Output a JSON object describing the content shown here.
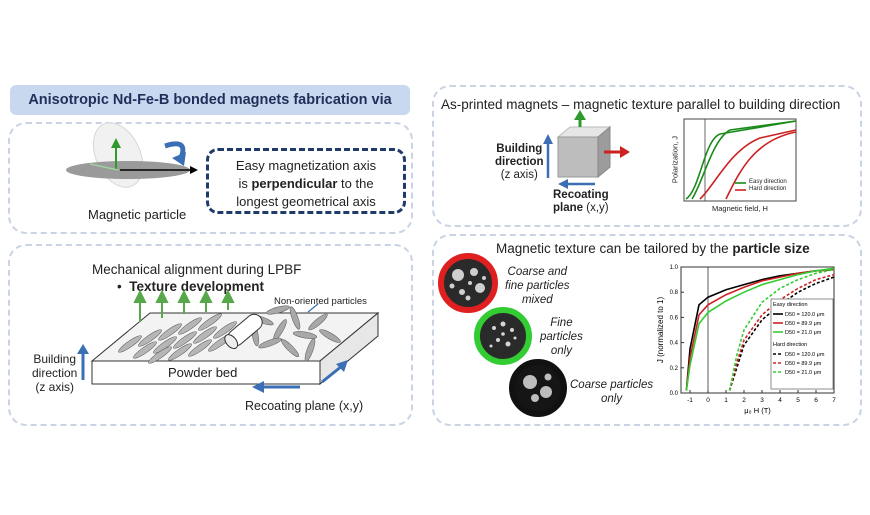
{
  "header": {
    "title": "Anisotropic Nd-Fe-B bonded magnets fabrication via LPBF"
  },
  "particle_panel": {
    "caption": "Magnetic particle",
    "easy_axis_line1": "Easy magnetization axis",
    "easy_axis_line2_pre": "is ",
    "easy_axis_line2_bold": "perpendicular",
    "easy_axis_line2_post": " to the",
    "easy_axis_line3": "longest geometrical axis"
  },
  "alignment_panel": {
    "title": "Mechanical alignment during LPBF",
    "bullet": "•",
    "bullet_text": "Texture development",
    "non_oriented": "Non-oriented particles",
    "powder_bed": "Powder bed",
    "building_dir_1": "Building",
    "building_dir_2": "direction",
    "building_dir_3": "(z axis)",
    "recoating": "Recoating plane (x,y)"
  },
  "printed_panel": {
    "title": "As-printed magnets – magnetic texture parallel to building direction",
    "building_1": "Building",
    "building_2": "direction",
    "building_3": "(z axis)",
    "recoating_1": "Recoating",
    "recoating_2": "plane",
    "recoating_3": "(x,y)",
    "chart_ylabel": "Polarization, J",
    "chart_xlabel": "Magnetic field, H",
    "legend_easy": "Easy direction",
    "legend_hard": "Hard direction"
  },
  "size_panel": {
    "title_pre": "Magnetic texture can be tailored by the ",
    "title_bold": "particle size",
    "label_mixed_1": "Coarse and",
    "label_mixed_2": "fine particles",
    "label_mixed_3": "mixed",
    "label_fine_1": "Fine",
    "label_fine_2": "particles",
    "label_fine_3": "only",
    "label_coarse_1": "Coarse particles",
    "label_coarse_2": "only"
  },
  "colors": {
    "easy": "#1a8a1a",
    "hard": "#cc2222",
    "accent": "#3a6fb5",
    "coarse_mixed_ring": "#e02020",
    "fine_ring": "#33cc33",
    "coarse_ring": "#111111"
  },
  "chart_data": {
    "type": "line",
    "xlabel": "μ₀ H (T)",
    "ylabel": "J (normalized to 1)",
    "xlim": [
      -1.5,
      7
    ],
    "ylim": [
      0,
      1.0
    ],
    "xticks": [
      "-1",
      "0",
      "1",
      "2",
      "3",
      "4",
      "5",
      "6",
      "7"
    ],
    "yticks": [
      "0.0",
      "0.2",
      "0.4",
      "0.6",
      "0.8",
      "1.0"
    ],
    "legend_easy_title": "Easy direction",
    "legend_hard_title": "Hard direction",
    "series": [
      {
        "name": "D50 = 120.0 μm",
        "group": "easy",
        "color": "#000000",
        "x": [
          -1.2,
          -1.0,
          -0.5,
          0,
          1,
          2,
          3,
          4,
          5,
          6,
          7
        ],
        "y": [
          0.02,
          0.35,
          0.7,
          0.76,
          0.82,
          0.86,
          0.9,
          0.93,
          0.95,
          0.97,
          0.98
        ]
      },
      {
        "name": "D50 = 89.9 μm",
        "group": "easy",
        "color": "#cc2222",
        "x": [
          -1.2,
          -1.0,
          -0.5,
          0,
          1,
          2,
          3,
          4,
          5,
          6,
          7
        ],
        "y": [
          0.02,
          0.28,
          0.62,
          0.7,
          0.78,
          0.84,
          0.89,
          0.92,
          0.95,
          0.97,
          0.98
        ]
      },
      {
        "name": "D50 = 21.0 μm",
        "group": "easy",
        "color": "#33cc33",
        "x": [
          -1.2,
          -1.0,
          -0.5,
          0,
          1,
          2,
          3,
          4,
          5,
          6,
          7
        ],
        "y": [
          0.02,
          0.22,
          0.55,
          0.64,
          0.73,
          0.8,
          0.86,
          0.9,
          0.94,
          0.97,
          0.99
        ]
      },
      {
        "name": "D50 = 120.0 μm",
        "group": "hard",
        "color": "#000000",
        "x": [
          1.2,
          1.6,
          2,
          3,
          4,
          5,
          6,
          7
        ],
        "y": [
          0.02,
          0.2,
          0.38,
          0.58,
          0.7,
          0.8,
          0.87,
          0.92
        ]
      },
      {
        "name": "D50 = 89.9 μm",
        "group": "hard",
        "color": "#cc2222",
        "x": [
          1.2,
          1.6,
          2,
          3,
          4,
          5,
          6,
          7
        ],
        "y": [
          0.02,
          0.24,
          0.42,
          0.62,
          0.74,
          0.83,
          0.9,
          0.94
        ]
      },
      {
        "name": "D50 = 21.0 μm",
        "group": "hard",
        "color": "#33cc33",
        "x": [
          1.2,
          1.6,
          2,
          3,
          4,
          5,
          6,
          7
        ],
        "y": [
          0.02,
          0.3,
          0.5,
          0.72,
          0.83,
          0.9,
          0.95,
          0.98
        ]
      }
    ]
  }
}
